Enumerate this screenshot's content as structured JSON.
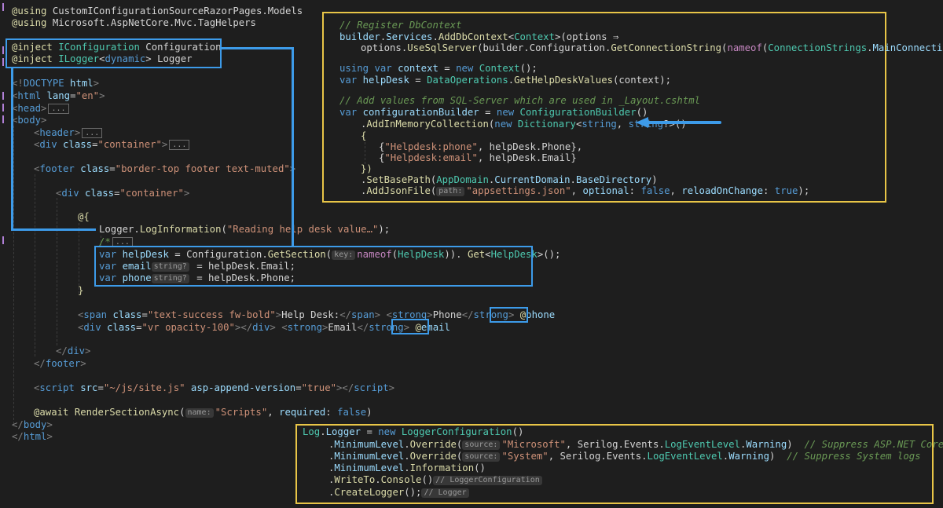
{
  "editor": {
    "lines": {
      "using_models": [
        [
          "razor",
          "@using"
        ],
        [
          "plain",
          " CustomIConfigurationSourceRazorPages.Models"
        ]
      ],
      "using_mvc": [
        [
          "razor",
          "@using"
        ],
        [
          "plain",
          " Microsoft.AspNetCore.Mvc.TagHelpers"
        ]
      ],
      "inject_config": [
        [
          "razor",
          "@inject"
        ],
        [
          "plain",
          " "
        ],
        [
          "type",
          "IConfiguration"
        ],
        [
          "plain",
          " Configuration"
        ]
      ],
      "inject_logger": [
        [
          "razor",
          "@inject"
        ],
        [
          "plain",
          " "
        ],
        [
          "type",
          "ILogger"
        ],
        [
          "plain",
          "<"
        ],
        [
          "kw",
          "dynamic"
        ],
        [
          "plain",
          "> Logger"
        ]
      ],
      "doctype": [
        [
          "grey",
          "<!"
        ],
        [
          "tag",
          "DOCTYPE"
        ],
        [
          "plain",
          " "
        ],
        [
          "attr",
          "html"
        ],
        [
          "grey",
          ">"
        ]
      ],
      "html_open": [
        [
          "grey",
          "<"
        ],
        [
          "tag",
          "html"
        ],
        [
          "plain",
          " "
        ],
        [
          "attr",
          "lang"
        ],
        [
          "plain",
          "="
        ],
        [
          "str",
          "\"en\""
        ],
        [
          "grey",
          ">"
        ]
      ],
      "head": [
        [
          "grey",
          "<"
        ],
        [
          "tag",
          "head"
        ],
        [
          "grey",
          ">"
        ]
      ],
      "body_open": [
        [
          "grey",
          "<"
        ],
        [
          "tag",
          "body"
        ],
        [
          "grey",
          ">"
        ]
      ],
      "header": [
        [
          "grey",
          "<"
        ],
        [
          "tag",
          "header"
        ],
        [
          "grey",
          ">"
        ]
      ],
      "div_container1": [
        [
          "grey",
          "<"
        ],
        [
          "tag",
          "div"
        ],
        [
          "plain",
          " "
        ],
        [
          "attr",
          "class"
        ],
        [
          "plain",
          "="
        ],
        [
          "str",
          "\"container\""
        ],
        [
          "grey",
          ">"
        ]
      ],
      "footer_open": [
        [
          "grey",
          "<"
        ],
        [
          "tag",
          "footer"
        ],
        [
          "plain",
          " "
        ],
        [
          "attr",
          "class"
        ],
        [
          "plain",
          "="
        ],
        [
          "str",
          "\"border-top footer text-muted\""
        ],
        [
          "grey",
          ">"
        ]
      ],
      "div_container2": [
        [
          "grey",
          "<"
        ],
        [
          "tag",
          "div"
        ],
        [
          "plain",
          " "
        ],
        [
          "attr",
          "class"
        ],
        [
          "plain",
          "="
        ],
        [
          "str",
          "\"container\""
        ],
        [
          "grey",
          ">"
        ]
      ],
      "razor_block": [
        [
          "razor",
          "@{"
        ]
      ],
      "log_info": [
        [
          "plain",
          "Logger."
        ],
        [
          "fn",
          "LogInformation"
        ],
        [
          "plain",
          "("
        ],
        [
          "str",
          "\"Reading help desk value…\""
        ],
        [
          "plain",
          ");"
        ]
      ],
      "comment_fold": [
        [
          "cm",
          "/*"
        ]
      ],
      "var_helpdesk_a": [
        [
          "kw",
          "var"
        ],
        [
          "plain",
          " "
        ],
        [
          "var",
          "helpDesk"
        ],
        [
          "plain",
          " = Configuration."
        ],
        [
          "fn",
          "GetSection"
        ],
        [
          "plain",
          "("
        ]
      ],
      "var_helpdesk_b": [
        [
          "ctl",
          "nameof"
        ],
        [
          "plain",
          "("
        ],
        [
          "type",
          "HelpDesk"
        ],
        [
          "plain",
          ")). "
        ],
        [
          "fn",
          "Get"
        ],
        [
          "plain",
          "<"
        ],
        [
          "type",
          "HelpDesk"
        ],
        [
          "plain",
          ">();"
        ]
      ],
      "var_email_a": [
        [
          "kw",
          "var"
        ],
        [
          "plain",
          " "
        ],
        [
          "var",
          "email"
        ]
      ],
      "var_email_b": [
        [
          "plain",
          " = helpDesk.Email;"
        ]
      ],
      "var_phone_a": [
        [
          "kw",
          "var"
        ],
        [
          "plain",
          " "
        ],
        [
          "var",
          "phone"
        ]
      ],
      "var_phone_b": [
        [
          "plain",
          " = helpDesk.Phone;"
        ]
      ],
      "close_brace": [
        [
          "razor",
          "}"
        ]
      ],
      "span_line": [
        [
          "grey",
          "<"
        ],
        [
          "tag",
          "span"
        ],
        [
          "plain",
          " "
        ],
        [
          "attr",
          "class"
        ],
        [
          "plain",
          "="
        ],
        [
          "str",
          "\"text-success fw-bold\""
        ],
        [
          "grey",
          ">"
        ],
        [
          "plain",
          "Help Desk:"
        ],
        [
          "grey",
          "</"
        ],
        [
          "tag",
          "span"
        ],
        [
          "grey",
          ">"
        ],
        [
          "plain",
          " "
        ],
        [
          "grey",
          "<"
        ],
        [
          "tag",
          "strong"
        ],
        [
          "grey",
          ">"
        ],
        [
          "plain",
          "Phone"
        ],
        [
          "grey",
          "</"
        ],
        [
          "tag",
          "strong"
        ],
        [
          "grey",
          ">"
        ],
        [
          "plain",
          " "
        ]
      ],
      "span_at": [
        [
          "razor",
          "@"
        ],
        [
          "var",
          "phone"
        ]
      ],
      "vr_line": [
        [
          "grey",
          "<"
        ],
        [
          "tag",
          "div"
        ],
        [
          "plain",
          " "
        ],
        [
          "attr",
          "class"
        ],
        [
          "plain",
          "="
        ],
        [
          "str",
          "\"vr opacity-100\""
        ],
        [
          "grey",
          "></"
        ],
        [
          "tag",
          "div"
        ],
        [
          "grey",
          ">"
        ],
        [
          "plain",
          " "
        ],
        [
          "grey",
          "<"
        ],
        [
          "tag",
          "strong"
        ],
        [
          "grey",
          ">"
        ],
        [
          "plain",
          "Email"
        ],
        [
          "grey",
          "</"
        ],
        [
          "tag",
          "strong"
        ],
        [
          "grey",
          ">"
        ],
        [
          "plain",
          " "
        ]
      ],
      "vr_at": [
        [
          "razor",
          "@"
        ],
        [
          "var",
          "email"
        ]
      ],
      "div_close": [
        [
          "grey",
          "</"
        ],
        [
          "tag",
          "div"
        ],
        [
          "grey",
          ">"
        ]
      ],
      "footer_close": [
        [
          "grey",
          "</"
        ],
        [
          "tag",
          "footer"
        ],
        [
          "grey",
          ">"
        ]
      ],
      "script": [
        [
          "grey",
          "<"
        ],
        [
          "tag",
          "script"
        ],
        [
          "plain",
          " "
        ],
        [
          "attr",
          "src"
        ],
        [
          "plain",
          "="
        ],
        [
          "str",
          "\"~/js/site.js\""
        ],
        [
          "plain",
          " "
        ],
        [
          "attr",
          "asp-append-version"
        ],
        [
          "plain",
          "="
        ],
        [
          "str",
          "\"true\""
        ],
        [
          "grey",
          "></"
        ],
        [
          "tag",
          "script"
        ],
        [
          "grey",
          ">"
        ]
      ],
      "await_a": [
        [
          "razor",
          "@await"
        ],
        [
          "plain",
          " "
        ],
        [
          "fn",
          "RenderSectionAsync"
        ],
        [
          "plain",
          "("
        ]
      ],
      "await_b": [
        [
          "str",
          "\"Scripts\""
        ],
        [
          "plain",
          ", "
        ],
        [
          "var",
          "required"
        ],
        [
          "plain",
          ": "
        ],
        [
          "kw",
          "false"
        ],
        [
          "plain",
          ")"
        ]
      ],
      "body_close": [
        [
          "grey",
          "</"
        ],
        [
          "tag",
          "body"
        ],
        [
          "grey",
          ">"
        ]
      ],
      "html_close": [
        [
          "grey",
          "</"
        ],
        [
          "tag",
          "html"
        ],
        [
          "grey",
          ">"
        ]
      ]
    },
    "folds": {
      "head": "...",
      "header": "...",
      "div_container1": "...",
      "comment": "..."
    },
    "hints": {
      "key": "key:",
      "string1": "string?",
      "string2": "string?",
      "name": "name:"
    }
  },
  "panel_dbcontext": {
    "lines": {
      "c1": [
        [
          "cm",
          "// Register DbContext"
        ]
      ],
      "c2": [
        [
          "var",
          "builder"
        ],
        [
          "plain",
          "."
        ],
        [
          "var",
          "Services"
        ],
        [
          "plain",
          "."
        ],
        [
          "fn",
          "AddDbContext"
        ],
        [
          "plain",
          "<"
        ],
        [
          "type",
          "Context"
        ],
        [
          "plain",
          ">(options ⇒"
        ]
      ],
      "c3": [
        [
          "plain",
          "options."
        ],
        [
          "fn",
          "UseSqlServer"
        ],
        [
          "plain",
          "(builder.Configuration."
        ],
        [
          "fn",
          "GetConnectionString"
        ],
        [
          "plain",
          "("
        ],
        [
          "ctl",
          "nameof"
        ],
        [
          "plain",
          "("
        ],
        [
          "type",
          "ConnectionStrings"
        ],
        [
          "plain",
          "."
        ],
        [
          "var",
          "MainConnection"
        ],
        [
          "plain",
          "))));"
        ]
      ],
      "c4": [
        [
          "kw",
          "using"
        ],
        [
          "plain",
          " "
        ],
        [
          "kw",
          "var"
        ],
        [
          "plain",
          " "
        ],
        [
          "var",
          "context"
        ],
        [
          "plain",
          " = "
        ],
        [
          "kw",
          "new"
        ],
        [
          "plain",
          " "
        ],
        [
          "type",
          "Context"
        ],
        [
          "plain",
          "();"
        ]
      ],
      "c5": [
        [
          "kw",
          "var"
        ],
        [
          "plain",
          " "
        ],
        [
          "var",
          "helpDesk"
        ],
        [
          "plain",
          " = "
        ],
        [
          "type",
          "DataOperations"
        ],
        [
          "plain",
          "."
        ],
        [
          "fn",
          "GetHelpDeskValues"
        ],
        [
          "plain",
          "(context);"
        ]
      ],
      "c6": [
        [
          "cm",
          "// Add values from SQL-Server which are used in _Layout.cshtml"
        ]
      ],
      "c7": [
        [
          "kw",
          "var"
        ],
        [
          "plain",
          " "
        ],
        [
          "var",
          "configurationBuilder"
        ],
        [
          "plain",
          " = "
        ],
        [
          "kw",
          "new"
        ],
        [
          "plain",
          " "
        ],
        [
          "type",
          "ConfigurationBuilder"
        ],
        [
          "plain",
          "()"
        ]
      ],
      "c8": [
        [
          "plain",
          "."
        ],
        [
          "fn",
          "AddInMemoryCollection"
        ],
        [
          "plain",
          "("
        ],
        [
          "kw",
          "new"
        ],
        [
          "plain",
          " "
        ],
        [
          "type",
          "Dictionary"
        ],
        [
          "plain",
          "<"
        ],
        [
          "kw",
          "string"
        ],
        [
          "plain",
          ", "
        ],
        [
          "kw",
          "string"
        ],
        [
          "plain",
          "?>()"
        ]
      ],
      "c9": [
        [
          "razor",
          "{"
        ]
      ],
      "c10": [
        [
          "plain",
          "{"
        ],
        [
          "str",
          "\"Helpdesk:phone\""
        ],
        [
          "plain",
          ", helpDesk.Phone},"
        ]
      ],
      "c11": [
        [
          "plain",
          "{"
        ],
        [
          "str",
          "\"Helpdesk:email\""
        ],
        [
          "plain",
          ", helpDesk.Email}"
        ]
      ],
      "c12": [
        [
          "razor",
          "})"
        ]
      ],
      "c13": [
        [
          "plain",
          "."
        ],
        [
          "fn",
          "SetBasePath"
        ],
        [
          "plain",
          "("
        ],
        [
          "type",
          "AppDomain"
        ],
        [
          "plain",
          "."
        ],
        [
          "var",
          "CurrentDomain"
        ],
        [
          "plain",
          "."
        ],
        [
          "var",
          "BaseDirectory"
        ],
        [
          "plain",
          ")"
        ]
      ],
      "c14a": [
        [
          "plain",
          "."
        ],
        [
          "fn",
          "AddJsonFile"
        ],
        [
          "plain",
          "("
        ]
      ],
      "c14b": [
        [
          "str",
          "\"appsettings.json\""
        ],
        [
          "plain",
          ", "
        ],
        [
          "var",
          "optional"
        ],
        [
          "plain",
          ": "
        ],
        [
          "kw",
          "false"
        ],
        [
          "plain",
          ", "
        ],
        [
          "var",
          "reloadOnChange"
        ],
        [
          "plain",
          ": "
        ],
        [
          "kw",
          "true"
        ],
        [
          "plain",
          ");"
        ]
      ]
    },
    "hint_path": "path:"
  },
  "panel_logger": {
    "lines": {
      "l1": [
        [
          "type",
          "Log"
        ],
        [
          "plain",
          "."
        ],
        [
          "var",
          "Logger"
        ],
        [
          "plain",
          " = "
        ],
        [
          "kw",
          "new"
        ],
        [
          "plain",
          " "
        ],
        [
          "type",
          "LoggerConfiguration"
        ],
        [
          "plain",
          "()"
        ]
      ],
      "l2a": [
        [
          "plain",
          "."
        ],
        [
          "var",
          "MinimumLevel"
        ],
        [
          "plain",
          "."
        ],
        [
          "fn",
          "Override"
        ],
        [
          "plain",
          "("
        ]
      ],
      "l2b": [
        [
          "str",
          "\"Microsoft\""
        ],
        [
          "plain",
          ", Serilog.Events."
        ],
        [
          "type",
          "LogEventLevel"
        ],
        [
          "plain",
          "."
        ],
        [
          "var",
          "Warning"
        ],
        [
          "plain",
          ")  "
        ],
        [
          "cm",
          "// Suppress ASP.NET Core logs"
        ]
      ],
      "l3a": [
        [
          "plain",
          "."
        ],
        [
          "var",
          "MinimumLevel"
        ],
        [
          "plain",
          "."
        ],
        [
          "fn",
          "Override"
        ],
        [
          "plain",
          "("
        ]
      ],
      "l3b": [
        [
          "str",
          "\"System\""
        ],
        [
          "plain",
          ", Serilog.Events."
        ],
        [
          "type",
          "LogEventLevel"
        ],
        [
          "plain",
          "."
        ],
        [
          "var",
          "Warning"
        ],
        [
          "plain",
          ")  "
        ],
        [
          "cm",
          "// Suppress System logs"
        ]
      ],
      "l4": [
        [
          "plain",
          "."
        ],
        [
          "var",
          "MinimumLevel"
        ],
        [
          "plain",
          "."
        ],
        [
          "fn",
          "Information"
        ],
        [
          "plain",
          "()"
        ]
      ],
      "l5": [
        [
          "plain",
          "."
        ],
        [
          "fn",
          "WriteTo"
        ],
        [
          "plain",
          "."
        ],
        [
          "fn",
          "Console"
        ],
        [
          "plain",
          "()"
        ]
      ],
      "l6": [
        [
          "plain",
          "."
        ],
        [
          "fn",
          "CreateLogger"
        ],
        [
          "plain",
          "();"
        ]
      ]
    },
    "hint_source1": "source:",
    "hint_source2": "source:",
    "hint_logger_config": "// LoggerConfiguration",
    "hint_logger": "// Logger"
  }
}
